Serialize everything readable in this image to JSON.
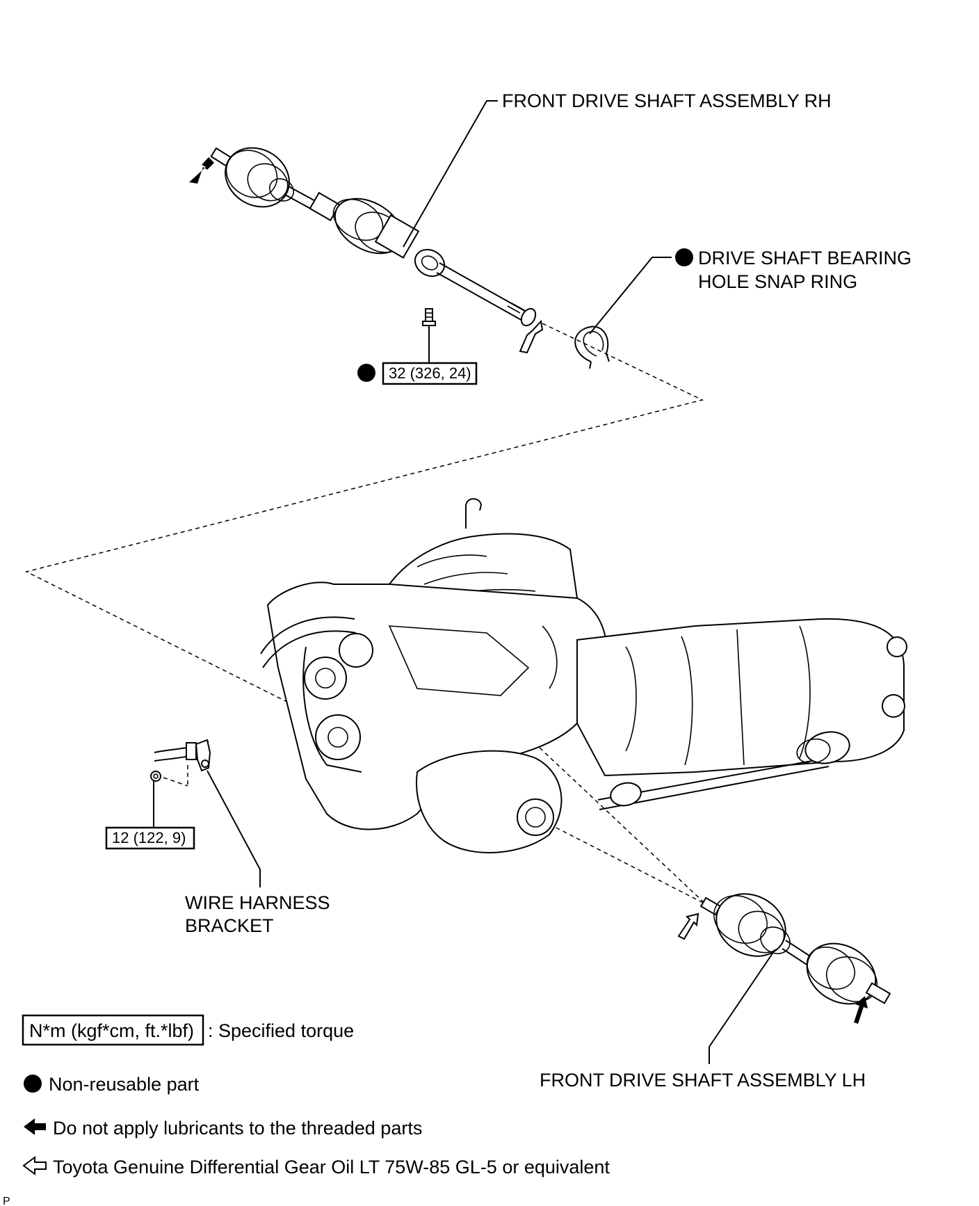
{
  "labels": {
    "front_drive_shaft_rh": "FRONT DRIVE SHAFT ASSEMBLY RH",
    "snap_ring_line1": "DRIVE SHAFT BEARING",
    "snap_ring_line2": "HOLE SNAP RING",
    "wire_harness_line1": "WIRE HARNESS",
    "wire_harness_line2": "BRACKET",
    "front_drive_shaft_lh": "FRONT DRIVE SHAFT ASSEMBLY LH",
    "corner_mark": "P"
  },
  "torques": {
    "bearing_bolt": "32 (326, 24)",
    "bracket_bolt": "12 (122, 9)"
  },
  "legend": {
    "torque_box": "N*m (kgf*cm, ft.*lbf)",
    "torque_text": ": Specified torque",
    "nonreusable_text": "Non-reusable part",
    "no_lube_text": "Do not apply lubricants to the threaded parts",
    "gear_oil_text": "Toyota Genuine Differential Gear Oil LT 75W-85 GL-5 or equivalent"
  }
}
